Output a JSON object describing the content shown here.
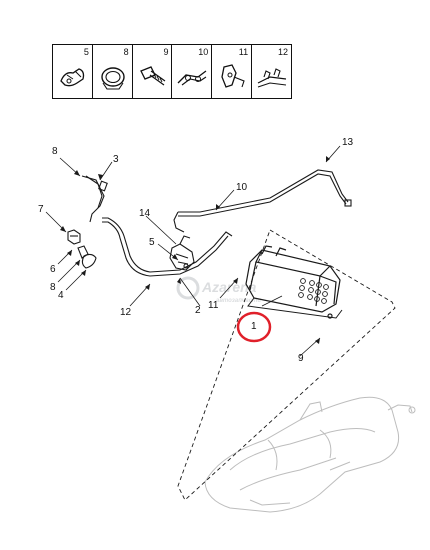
{
  "part_strip": {
    "cells": [
      {
        "label": "5"
      },
      {
        "label": "8"
      },
      {
        "label": "9"
      },
      {
        "label": "10"
      },
      {
        "label": "11"
      },
      {
        "label": "12"
      }
    ]
  },
  "callouts": {
    "c1": "1",
    "c2": "2",
    "c3": "3",
    "c4": "4",
    "c5": "5",
    "c6": "6",
    "c7": "7",
    "c8a": "8",
    "c8b": "8",
    "c9": "9",
    "c10": "10",
    "c11": "11",
    "c12": "12",
    "c13": "13",
    "c14": "14"
  },
  "watermark": {
    "brand": "Azarena",
    "tagline": "автозапчасти"
  },
  "colors": {
    "highlight_circle": "#e0202a",
    "line": "#1a1a1a",
    "faint": "#c8c8c8"
  }
}
